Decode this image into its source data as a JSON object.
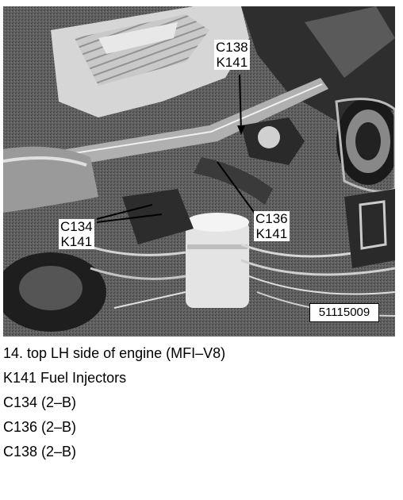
{
  "figure": {
    "figure_number": "51115009",
    "callouts": [
      {
        "connector": "C138",
        "component": "K141"
      },
      {
        "connector": "C134",
        "component": "K141"
      },
      {
        "connector": "C136",
        "component": "K141"
      }
    ]
  },
  "caption": {
    "title": "14. top LH side of engine (MFI–V8)",
    "lines": [
      "K141 Fuel Injectors",
      "C134 (2–B)",
      "C136 (2–B)",
      "C138 (2–B)"
    ]
  }
}
